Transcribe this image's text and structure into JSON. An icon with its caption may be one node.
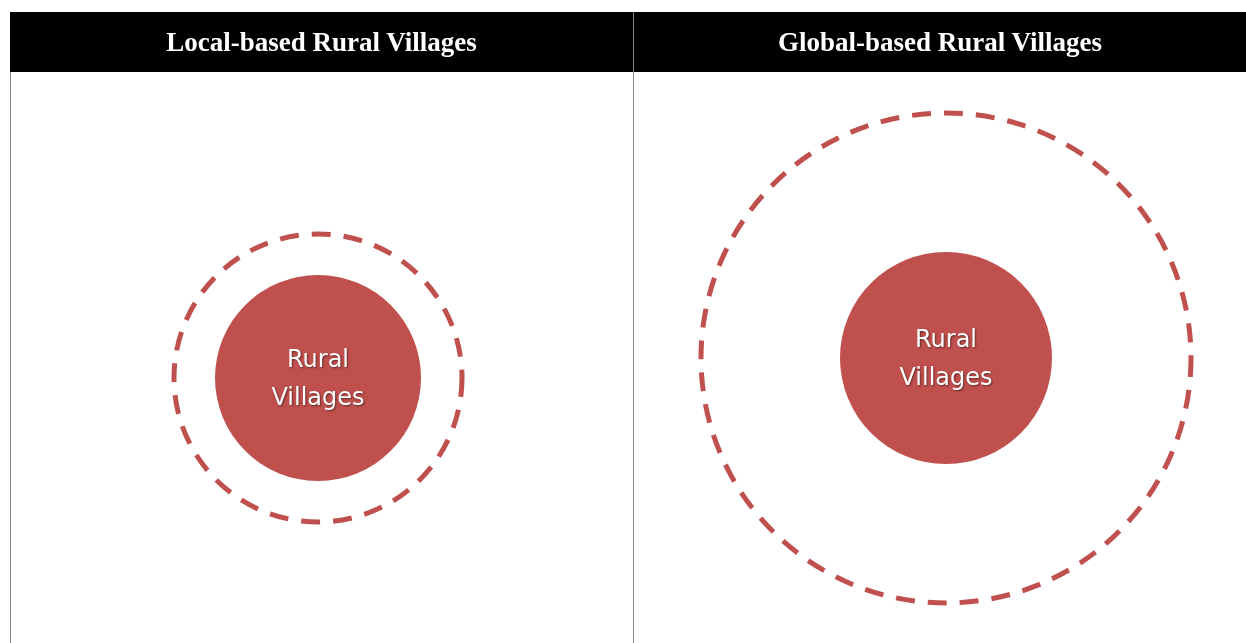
{
  "diagram": {
    "nodes": [
      {
        "text": [],
        "shape": "circle"
      },
      {
        "text": [
          "Rural Villages"
        ],
        "in": 0
      },
      {
        "text": [],
        "shape": "circle"
      },
      {
        "text": [
          "Rural Villages"
        ],
        "in": 2
      }
    ],
    "labels": [
      "Local-based Rural Villages",
      "Global-based Rural Villages"
    ]
  }
}
